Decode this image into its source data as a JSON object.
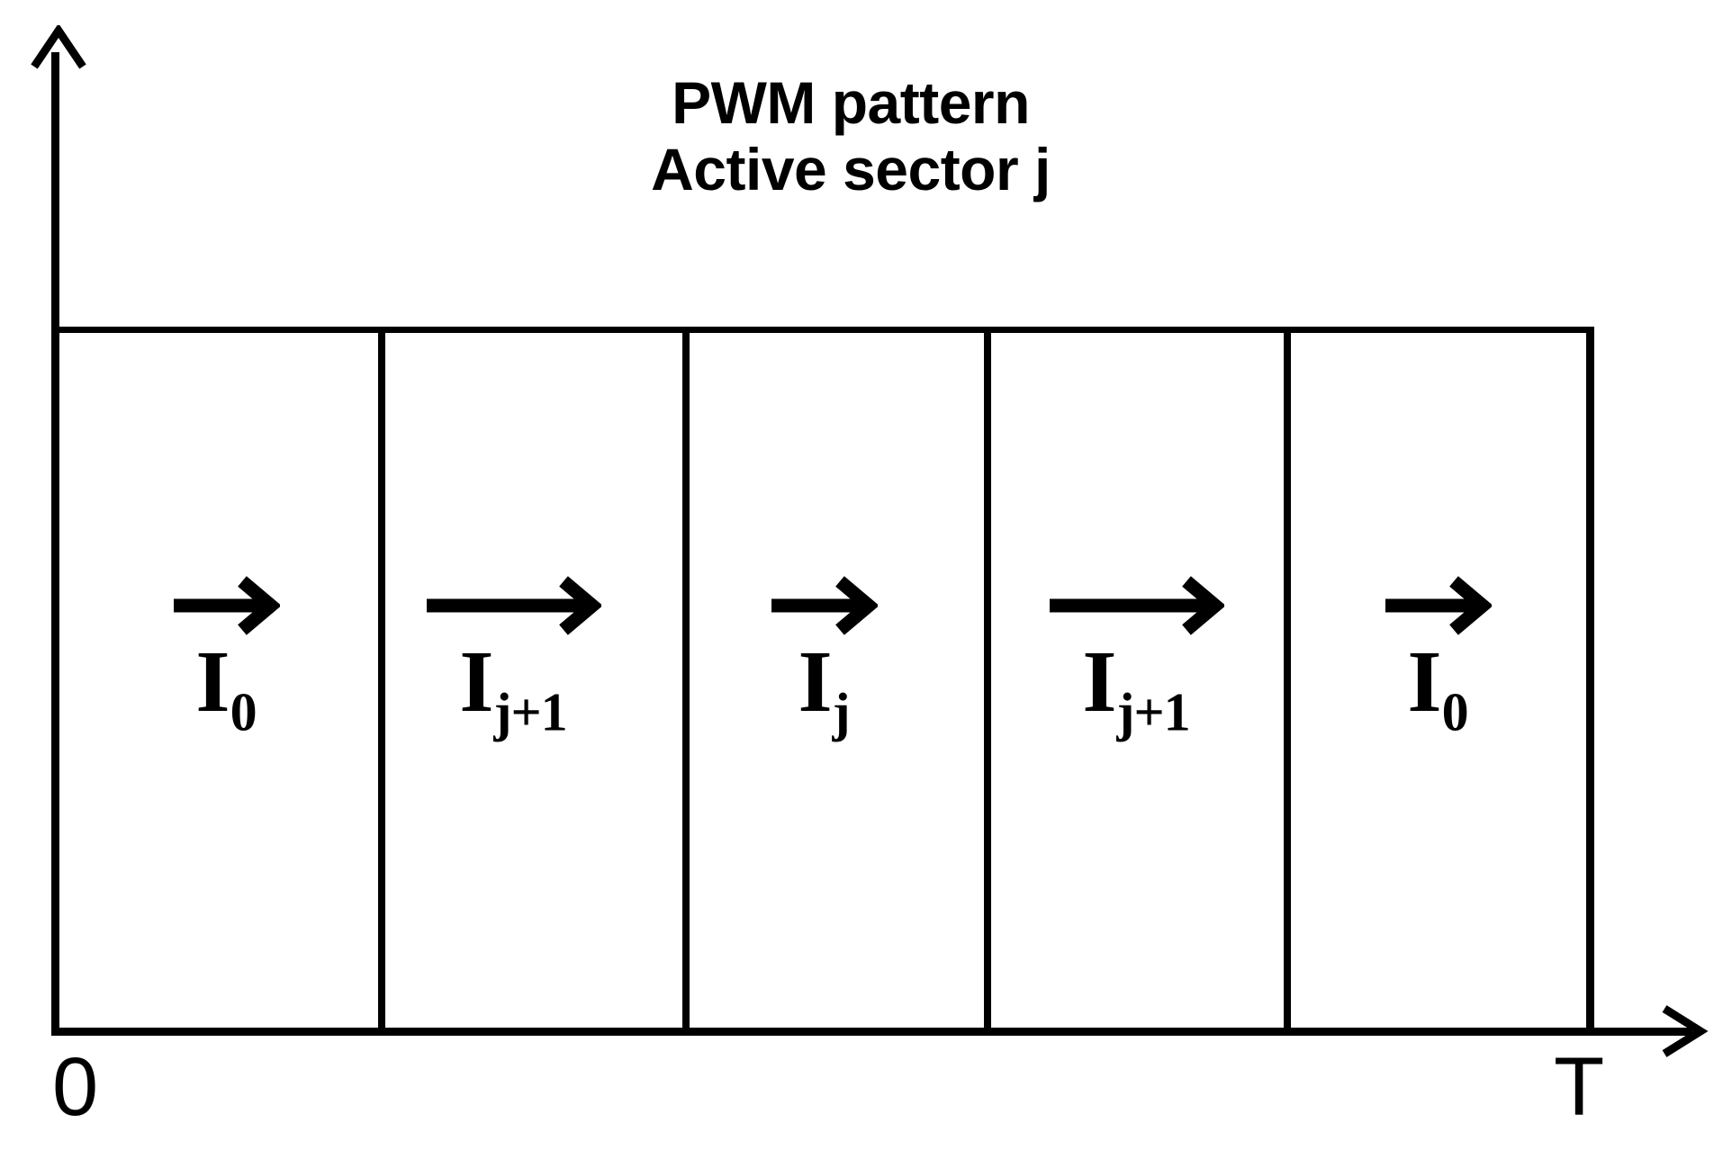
{
  "diagram": {
    "title_lines": [
      "PWM pattern",
      "Active sector j"
    ],
    "axes": {
      "x_origin_label": "0",
      "x_end_label": "T",
      "x_axis_icon": "arrow-right-icon",
      "y_axis_icon": "arrow-up-icon"
    },
    "colors": {
      "stroke": "#000000",
      "background": "#ffffff"
    },
    "segments": [
      {
        "name": "segment-1",
        "base": "I",
        "subscript": "0",
        "vector_icon": "vector-arrow-icon"
      },
      {
        "name": "segment-2",
        "base": "I",
        "subscript": "j+1",
        "vector_icon": "vector-arrow-icon"
      },
      {
        "name": "segment-3",
        "base": "I",
        "subscript": "j",
        "vector_icon": "vector-arrow-icon"
      },
      {
        "name": "segment-4",
        "base": "I",
        "subscript": "j+1",
        "vector_icon": "vector-arrow-icon"
      },
      {
        "name": "segment-5",
        "base": "I",
        "subscript": "0",
        "vector_icon": "vector-arrow-icon"
      }
    ]
  }
}
